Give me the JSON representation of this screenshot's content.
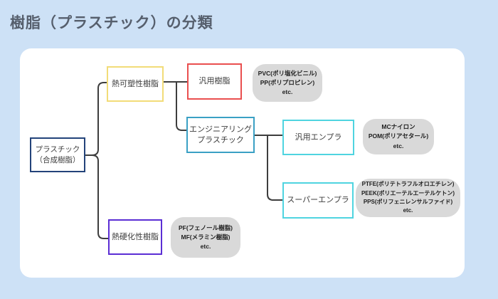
{
  "title": "樹脂（プラスチック）の分類",
  "colors": {
    "background": "#cde1f6",
    "panel": "#ffffff",
    "connector": "#3d3d3d",
    "bubble_bg": "#d9d9d9",
    "title_text": "#565f6d",
    "node_text": "#3c3c3c",
    "root_border": "#23437a",
    "thermoplastic_border": "#f2dc78",
    "thermosetting_border": "#5b2ed4",
    "general_resin_border": "#ea4f4f",
    "engineering_border": "#3aa0c4",
    "enpla_border": "#4fd4e0"
  },
  "nodes": {
    "root": {
      "line1": "プラスチック",
      "line2": "（合成樹脂）"
    },
    "thermoplastic": {
      "label": "熱可塑性樹脂"
    },
    "thermosetting": {
      "label": "熱硬化性樹脂"
    },
    "general_resin": {
      "label": "汎用樹脂"
    },
    "engineering": {
      "line1": "エンジニアリング",
      "line2": "プラスチック"
    },
    "general_enpla": {
      "label": "汎用エンプラ"
    },
    "super_enpla": {
      "label": "スーパーエンプラ"
    }
  },
  "examples": {
    "general_resin": {
      "line1": "PVC(ポリ塩化ビニル)",
      "line2": "PP(ポリプロピレン)",
      "line3": "etc."
    },
    "general_enpla": {
      "line1": "MCナイロン",
      "line2": "POM(ポリアセタール)",
      "line3": "etc."
    },
    "super_enpla": {
      "line1": "PTFE(ポリテトラフルオロエチレン)",
      "line2": "PEEK(ポリエーテルエーテルケトン)",
      "line3": "PPS(ポリフェニレンサルファイド)",
      "line4": "etc."
    },
    "thermosetting": {
      "line1": "PF(フェノール樹脂)",
      "line2": "MF(メラミン樹脂)",
      "line3": "etc."
    }
  }
}
